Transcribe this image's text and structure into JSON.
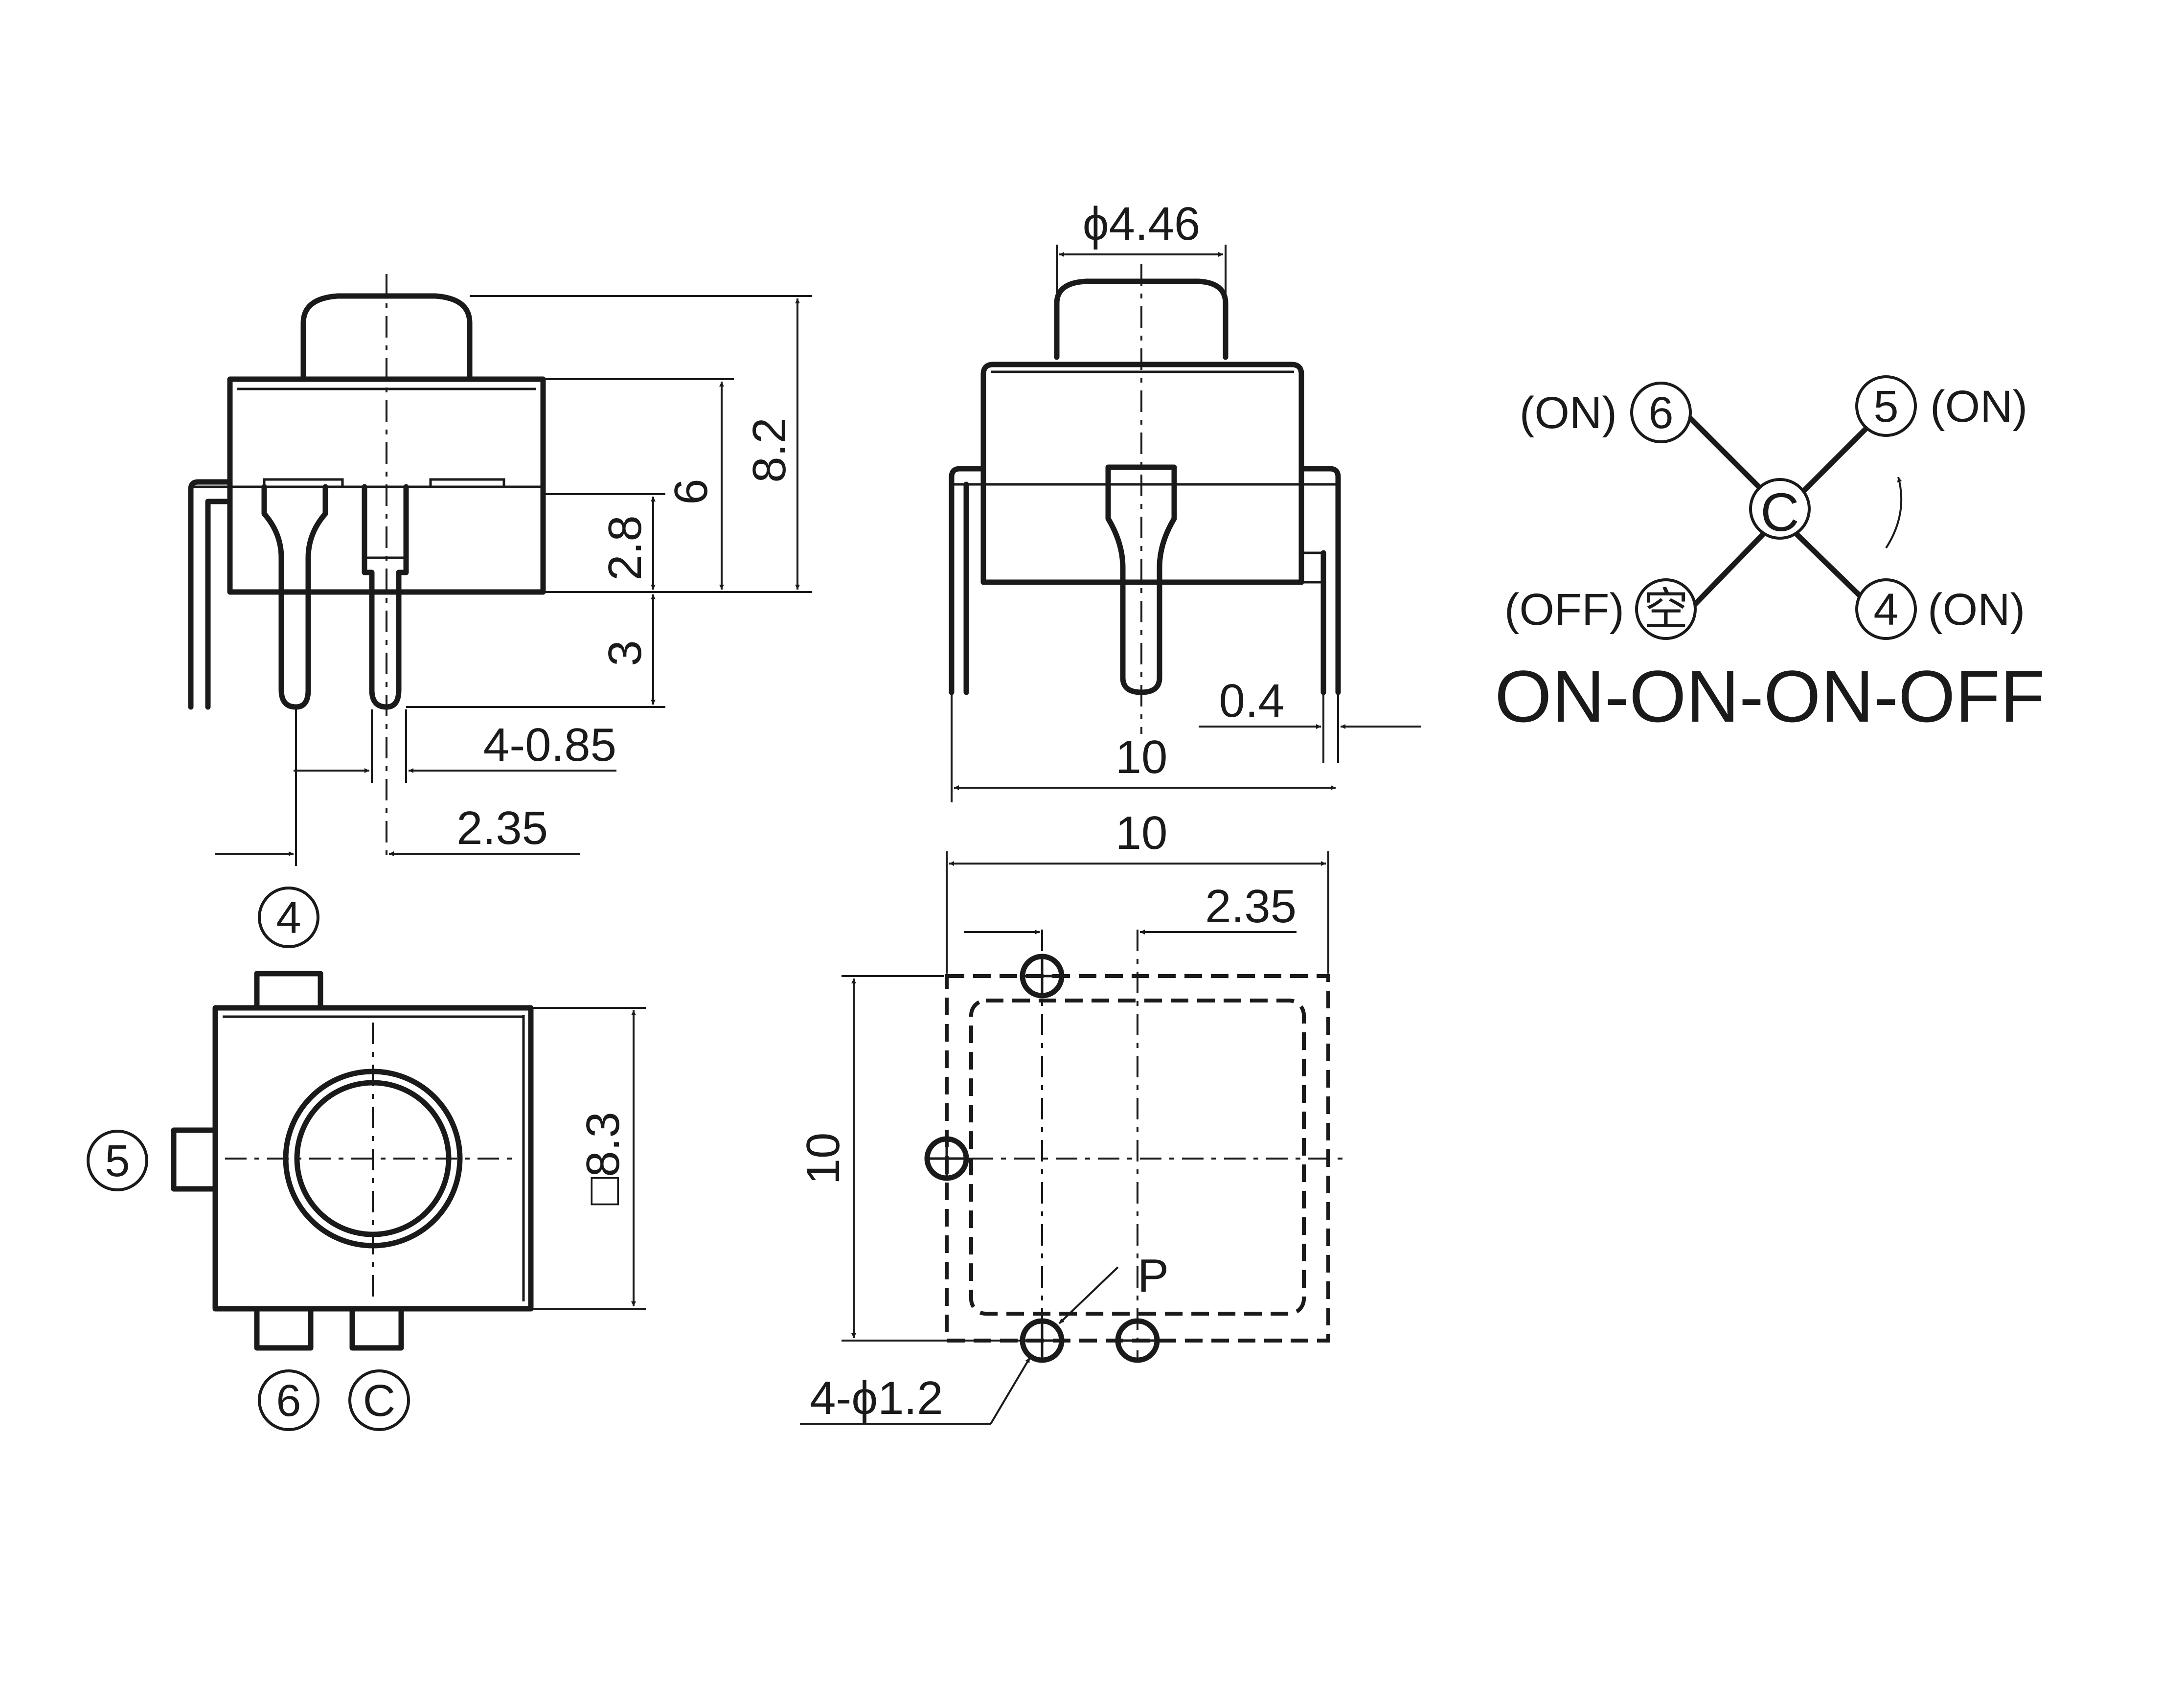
{
  "dimensions": {
    "height_total": "8.2",
    "height_body": "6",
    "height_upper": "2.8",
    "height_pin": "3",
    "pin_width": "4-0.85",
    "pin_pitch": "2.35",
    "button_dia": "ϕ4.46",
    "lead_thickness": "0.4",
    "front_width": "10",
    "square_size": "□8.3",
    "pcb_width": "10",
    "pcb_pitch": "2.35",
    "pcb_height": "10",
    "hole_spec": "4-ϕ1.2",
    "p_label": "P"
  },
  "terminals": {
    "t4": "4",
    "t5": "5",
    "t6": "6",
    "tc": "C"
  },
  "schematic": {
    "on_6": "(ON)",
    "t6": "6",
    "on_5": "(ON)",
    "t5": "5",
    "center": "C",
    "off": "(OFF)",
    "empty": "空",
    "on_4": "(ON)",
    "t4": "4",
    "sequence": "ON-ON-ON-OFF"
  }
}
